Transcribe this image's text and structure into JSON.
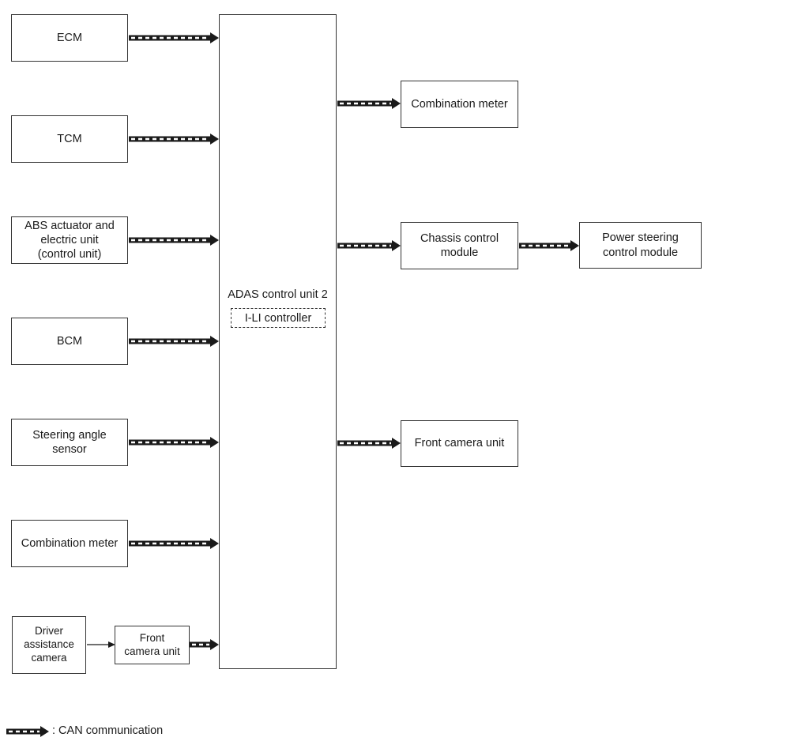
{
  "diagram": {
    "central": {
      "title": "ADAS control unit 2",
      "sub_label": "I-LI controller"
    },
    "inputs": [
      {
        "id": "ecm",
        "label": "ECM"
      },
      {
        "id": "tcm",
        "label": "TCM"
      },
      {
        "id": "abs",
        "label": "ABS actuator and\nelectric unit\n(control unit)"
      },
      {
        "id": "bcm",
        "label": "BCM"
      },
      {
        "id": "steering",
        "label": "Steering angle\nsensor"
      },
      {
        "id": "combo-in",
        "label": "Combination meter"
      },
      {
        "id": "front-cam-in",
        "label": "Front\ncamera unit"
      }
    ],
    "source": {
      "id": "driver-cam",
      "label": "Driver\nassistance\ncamera"
    },
    "outputs": [
      {
        "id": "combo-out",
        "label": "Combination meter"
      },
      {
        "id": "chassis",
        "label": "Chassis control\nmodule"
      },
      {
        "id": "power-steer",
        "label": "Power steering\ncontrol module"
      },
      {
        "id": "front-cam-out",
        "label": "Front camera unit"
      }
    ],
    "legend": {
      "label": ": CAN communication"
    }
  }
}
